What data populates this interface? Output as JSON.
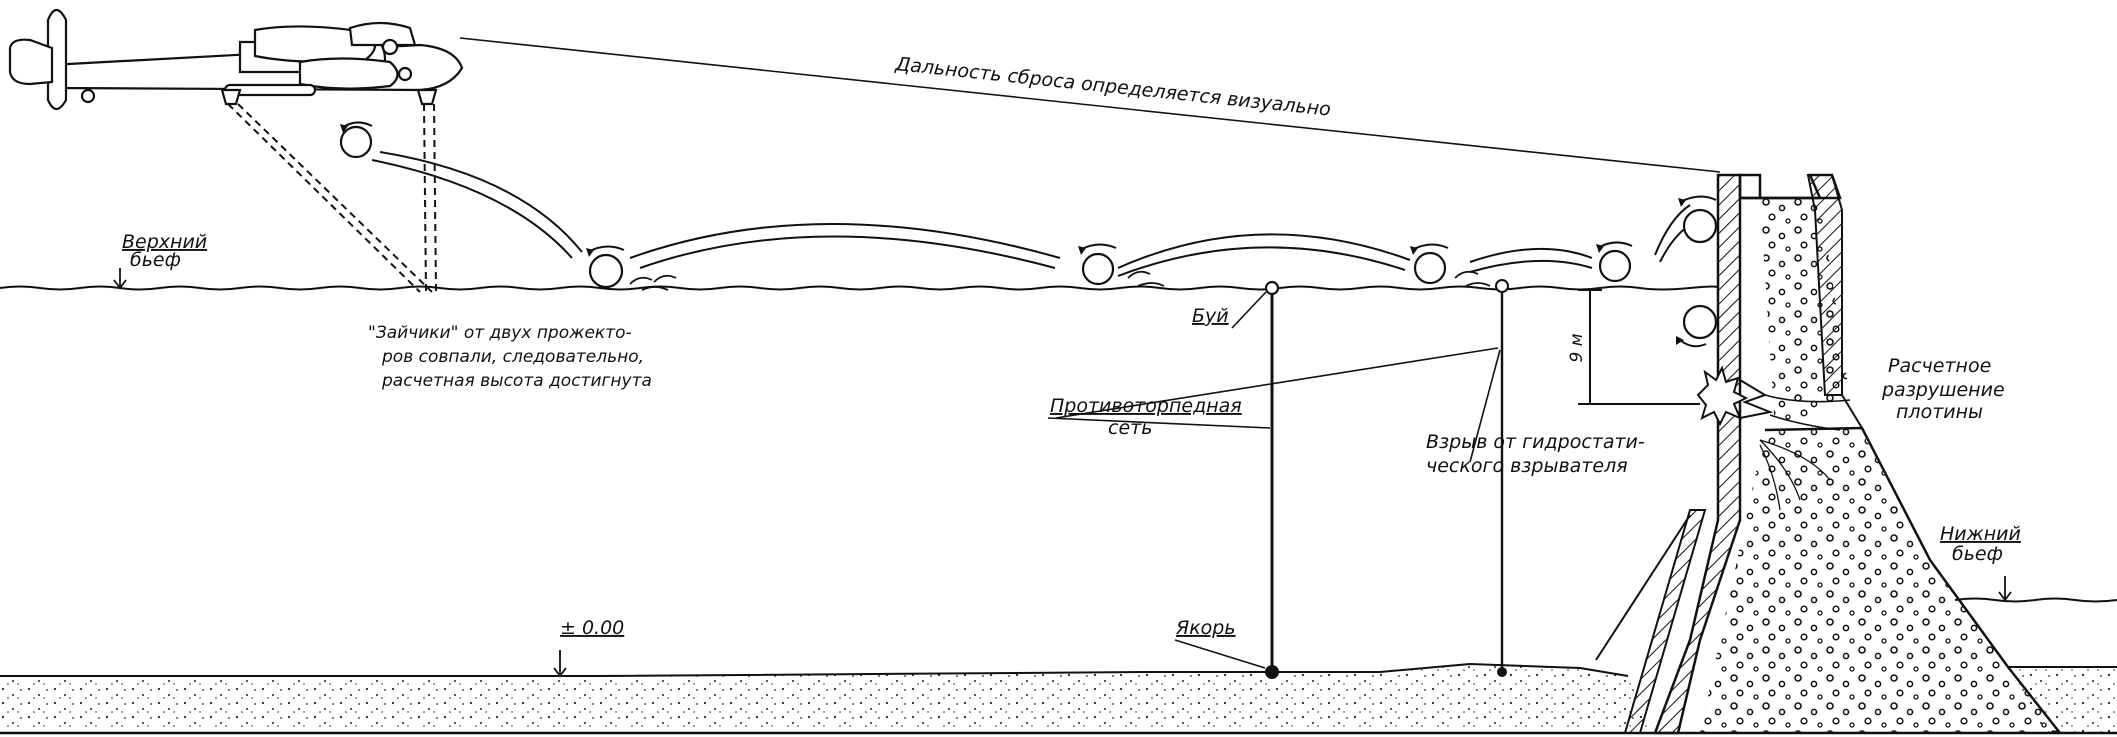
{
  "labels": {
    "drop_distance": "Дальность сброса определяется визуально",
    "upper_pool_line1": "Верхний",
    "upper_pool_line2": "бьеф",
    "spotlights_line1": "\"Зайчики\" от двух прожекто-",
    "spotlights_line2": "ров совпали, следовательно,",
    "spotlights_line3": "расчетная высота достигнута",
    "buoy": "Буй",
    "net_line1": "Противоторпедная",
    "net_line2": "сеть",
    "explosion_line1": "Взрыв от гидростати-",
    "explosion_line2": "ческого взрывателя",
    "depth": "9 м",
    "anchor": "Якорь",
    "zero_level": "± 0.00",
    "destruction_line1": "Расчетное",
    "destruction_line2": "разрушение",
    "destruction_line3": "плотины",
    "lower_pool_line1": "Нижний",
    "lower_pool_line2": "бьеф"
  },
  "colors": {
    "ink": "#111111",
    "paper": "#ffffff"
  }
}
